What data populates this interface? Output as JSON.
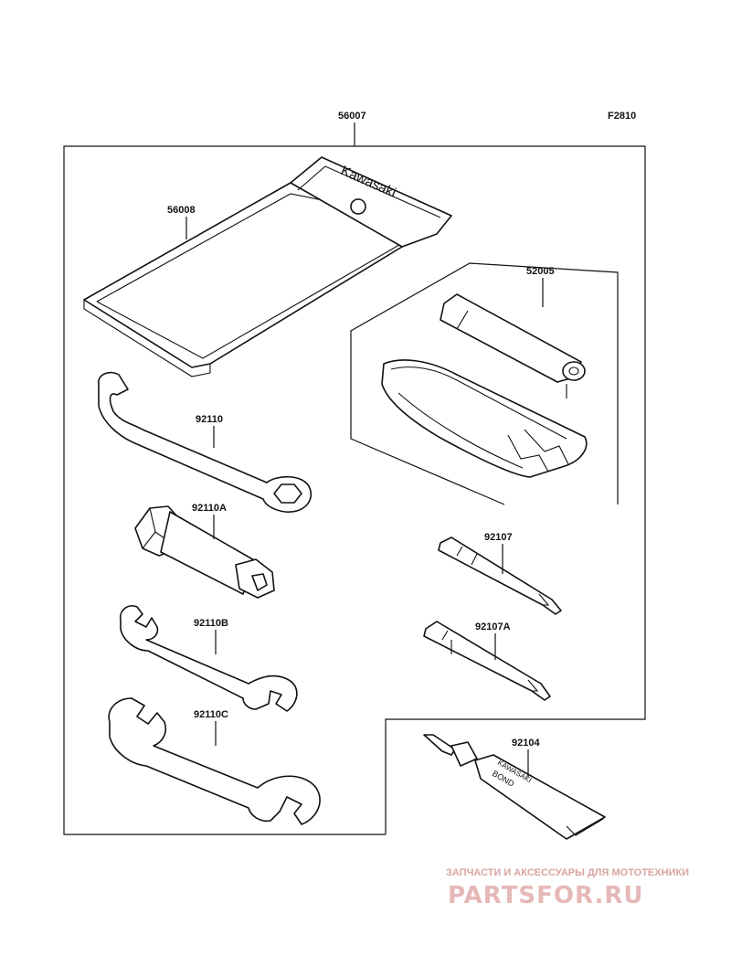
{
  "figure_code": "F2810",
  "parts": {
    "kit": "56007",
    "pouch": "56008",
    "pouch_brand": "Kawasaki",
    "grip_case": "52005",
    "hook_wrench": "92110",
    "plug_wrench": "92110A",
    "wrench_small": "92110B",
    "wrench_large": "92110C",
    "screwdriver_a": "92107",
    "screwdriver_b": "92107A",
    "bond": "92104",
    "bond_brand_line1": "KAWASAKI",
    "bond_brand_line2": "BOND"
  },
  "watermark": {
    "tagline": "ЗАПЧАСТИ И АКСЕССУАРЫ ДЛЯ МОТОТЕХНИКИ",
    "logo": "PARTSFOR.RU"
  }
}
